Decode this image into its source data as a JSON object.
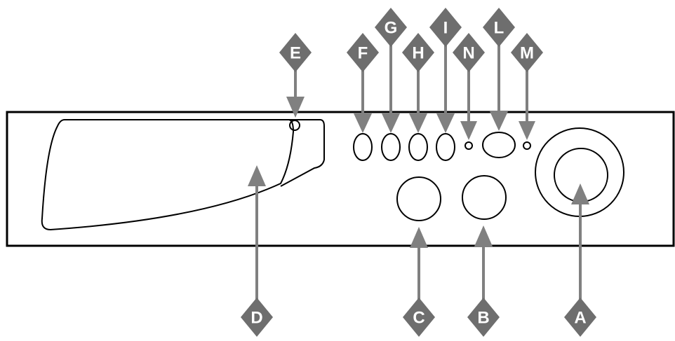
{
  "callouts": [
    {
      "label": "A",
      "points_to": "main-dial"
    },
    {
      "label": "B",
      "points_to": "right-round-knob"
    },
    {
      "label": "C",
      "points_to": "left-round-knob"
    },
    {
      "label": "D",
      "points_to": "drawer"
    },
    {
      "label": "E",
      "points_to": "drawer-latch"
    },
    {
      "label": "F",
      "points_to": "button-1"
    },
    {
      "label": "G",
      "points_to": "button-2"
    },
    {
      "label": "H",
      "points_to": "button-3"
    },
    {
      "label": "I",
      "points_to": "button-4"
    },
    {
      "label": "L",
      "points_to": "wide-button"
    },
    {
      "label": "M",
      "points_to": "indicator-light-right"
    },
    {
      "label": "N",
      "points_to": "indicator-light-left"
    }
  ],
  "colors": {
    "outline": "#000000",
    "callout_arrow": "#808080",
    "callout_badge": "#6e6e6e",
    "callout_text": "#ffffff"
  }
}
